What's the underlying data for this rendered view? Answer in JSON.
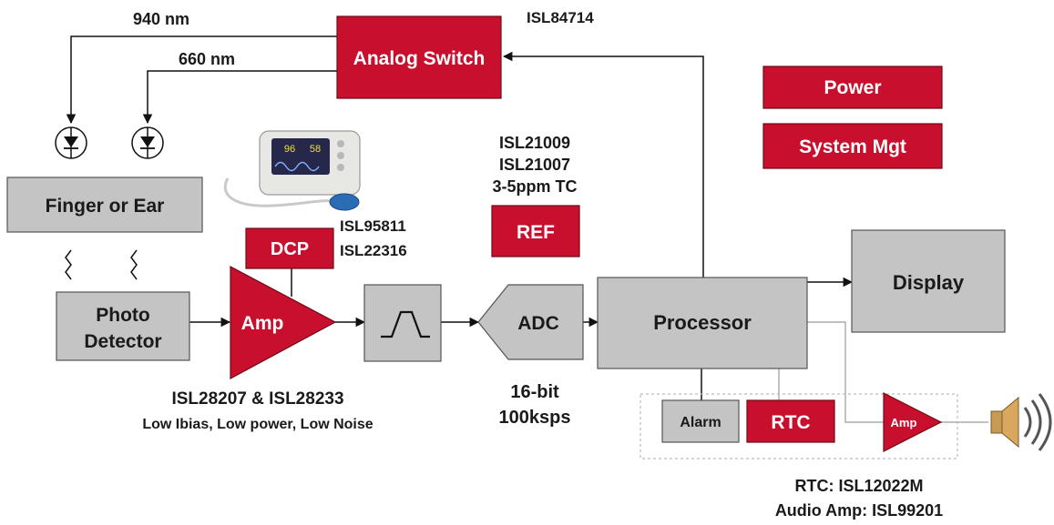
{
  "wavelengths": {
    "nm940": "940 nm",
    "nm660": "660 nm"
  },
  "blocks": {
    "analog_switch": "Analog Switch",
    "finger_or_ear": "Finger or Ear",
    "photo_detector_line1": "Photo",
    "photo_detector_line2": "Detector",
    "amp": "Amp",
    "dcp": "DCP",
    "ref": "REF",
    "adc": "ADC",
    "processor": "Processor",
    "display": "Display",
    "power": "Power",
    "system_mgt": "System Mgt",
    "alarm": "Alarm",
    "rtc": "RTC",
    "audio_amp": "Amp"
  },
  "part_numbers": {
    "switch": "ISL84714",
    "ref_line1": "ISL21009",
    "ref_line2": "ISL21007",
    "ref_line3": "3-5ppm TC",
    "dcp_line1": "ISL95811",
    "dcp_line2": "ISL22316",
    "amp_main": "ISL28207 & ISL28233",
    "amp_sub": "Low Ibias, Low power, Low Noise",
    "adc_line1": "16-bit",
    "adc_line2": "100ksps",
    "rtc_note": "RTC: ISL12022M",
    "audio_note": "Audio Amp: ISL99201"
  },
  "device_screen": {
    "spo2": "96",
    "pulse": "58"
  },
  "colors": {
    "red": "#c8102e",
    "grey": "#c4c4c4",
    "line": "#111111"
  }
}
